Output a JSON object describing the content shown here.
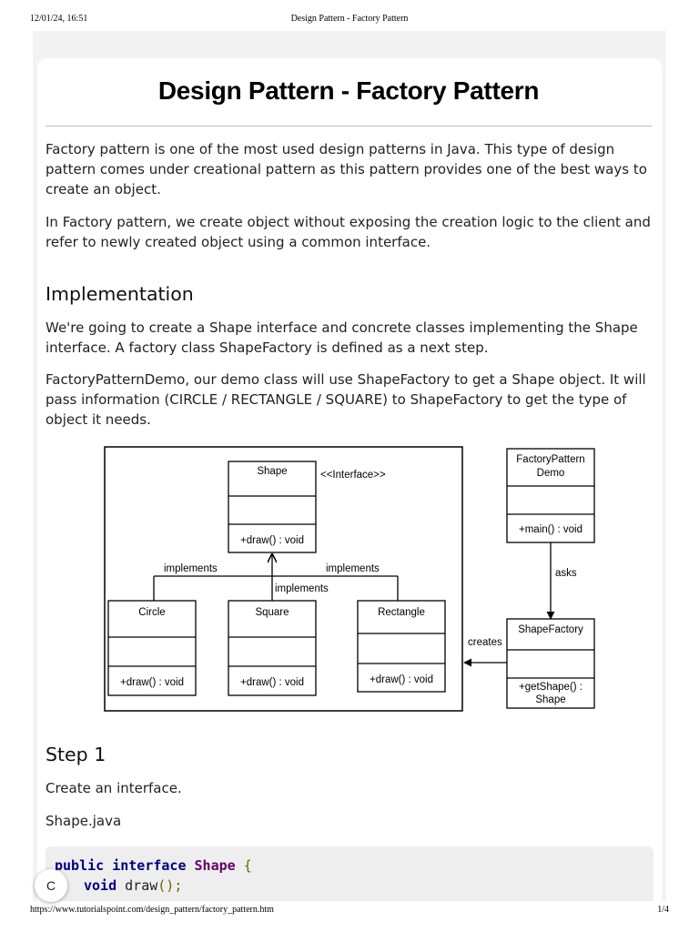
{
  "print_header": {
    "datetime": "12/01/24, 16:51",
    "title": "Design Pattern - Factory Pattern"
  },
  "print_footer": {
    "url": "https://www.tutorialspoint.com/design_pattern/factory_pattern.htm",
    "page": "1/4"
  },
  "article": {
    "title": "Design Pattern - Factory Pattern",
    "intro_p1": "Factory pattern is one of the most used design patterns in Java. This type of design pattern comes under creational pattern as this pattern provides one of the best ways to create an object.",
    "intro_p2": "In Factory pattern, we create object without exposing the creation logic to the client and refer to newly created object using a common interface.",
    "implementation_heading": "Implementation",
    "impl_p1": "We're going to create a Shape interface and concrete classes implementing the Shape interface. A factory class ShapeFactory is defined as a next step.",
    "impl_p2": "FactoryPatternDemo, our demo class will use ShapeFactory to get a Shape object. It will pass information (CIRCLE / RECTANGLE / SQUARE) to ShapeFactory to get the type of object it needs.",
    "step1_heading": "Step 1",
    "step1_text": "Create an interface.",
    "step1_filename": "Shape.java"
  },
  "diagram": {
    "shape": {
      "name": "Shape",
      "stereotype": "<<Interface>>",
      "method": "+draw() : void"
    },
    "circle": {
      "name": "Circle",
      "method": "+draw() : void"
    },
    "square": {
      "name": "Square",
      "method": "+draw() : void"
    },
    "rectangle": {
      "name": "Rectangle",
      "method": "+draw() : void"
    },
    "demo": {
      "name_line1": "FactoryPattern",
      "name_line2": "Demo",
      "method": "+main() : void"
    },
    "factory": {
      "name": "ShapeFactory",
      "method_line1": "+getShape() :",
      "method_line2": "Shape"
    },
    "labels": {
      "implements_left": "implements",
      "implements_center": "implements",
      "implements_right": "implements",
      "asks": "asks",
      "creates": "creates"
    }
  },
  "code": {
    "line1_kw1": "public",
    "line1_kw2": "interface",
    "line1_type": "Shape",
    "line1_brace": "{",
    "line2_kw": "void",
    "line2_call": "draw",
    "line2_punct": "();"
  },
  "float_button": {
    "label": "C"
  }
}
